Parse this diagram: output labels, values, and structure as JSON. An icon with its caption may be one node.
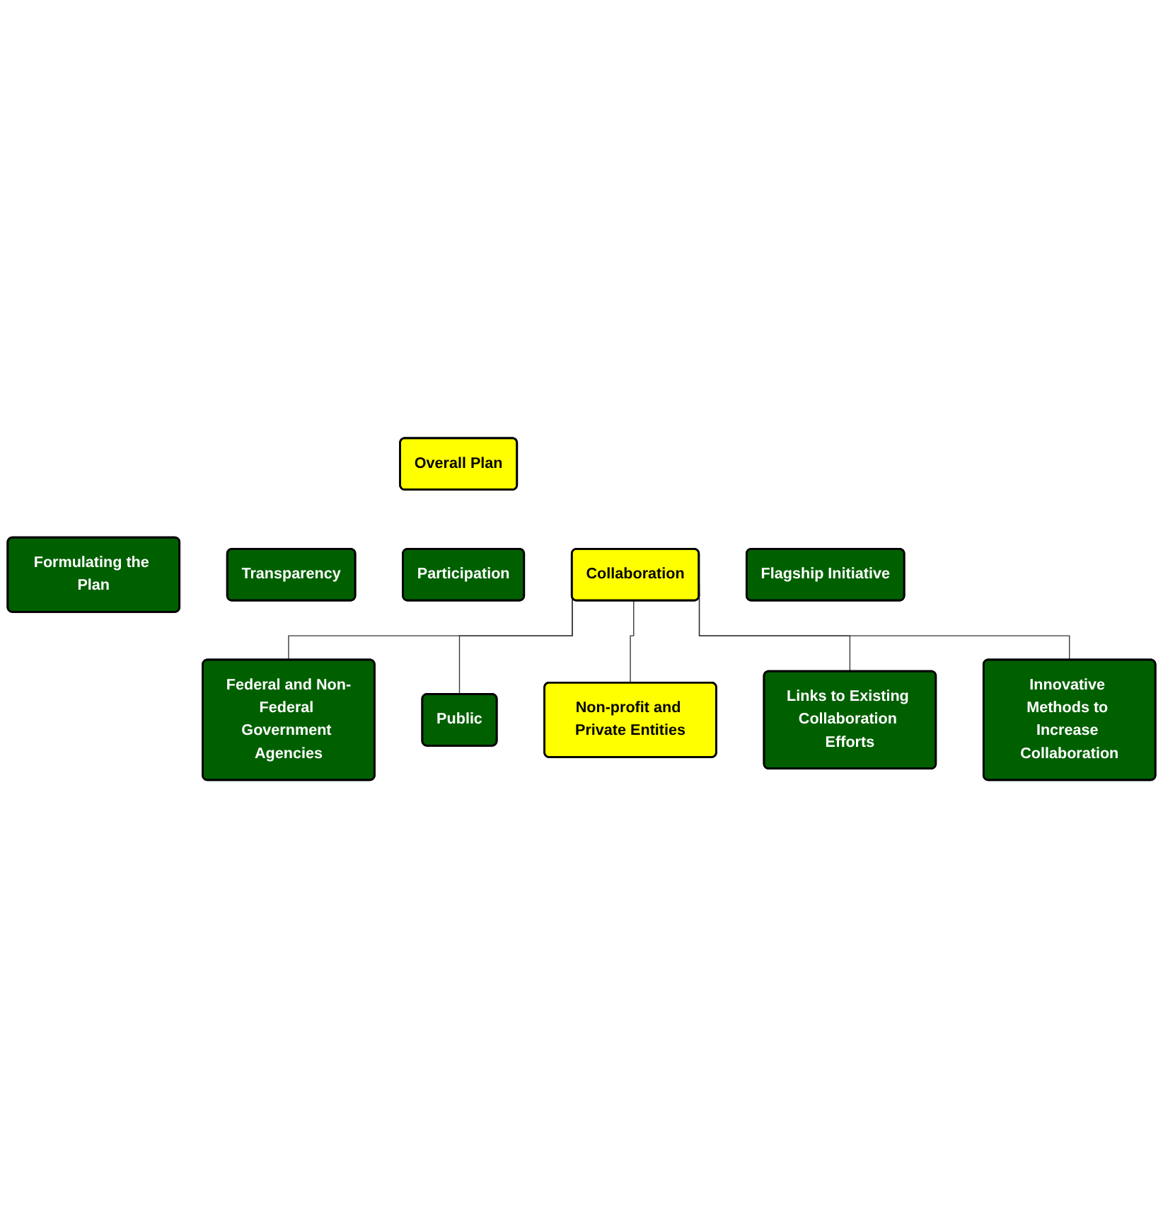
{
  "diagram": {
    "nodes": [
      {
        "text": [
          "Overall Plan"
        ]
      },
      {
        "text": [
          "Formulating the Plan"
        ]
      },
      {
        "text": [
          "Transparency"
        ]
      },
      {
        "text": [
          "Participation"
        ]
      },
      {
        "text": [
          "Collaboration"
        ]
      },
      {
        "text": [
          "Flagship Initiative"
        ]
      },
      {
        "text": [
          "Federal and Non-Federal Government Agencies"
        ]
      },
      {
        "text": [
          "Public"
        ]
      },
      {
        "text": [
          "Non-profit and Private Entities"
        ]
      },
      {
        "text": [
          "Links to Existing Collaboration Efforts"
        ]
      },
      {
        "text": [
          "Innovative Methods to Increase Collaboration"
        ]
      }
    ],
    "edges": [
      {
        "from": 4,
        "to": 6,
        "arrow": "none"
      },
      {
        "from": 4,
        "to": 7,
        "arrow": "none"
      },
      {
        "from": 4,
        "to": 8,
        "arrow": "none"
      },
      {
        "from": 4,
        "to": 9,
        "arrow": "none"
      },
      {
        "from": 4,
        "to": 10,
        "arrow": "none"
      }
    ]
  }
}
